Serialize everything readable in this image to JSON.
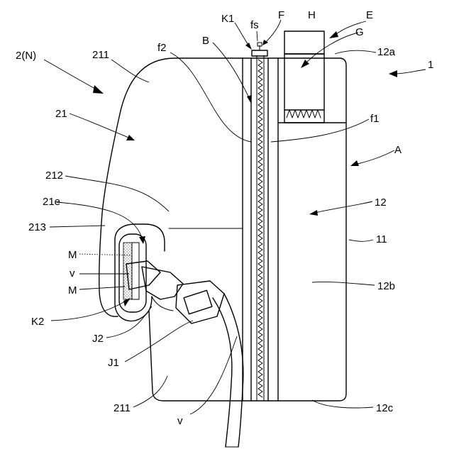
{
  "labels": {
    "n2N": "2(N)",
    "n211top": "211",
    "nK1": "K1",
    "nfs": "fs",
    "nF": "F",
    "nH": "H",
    "nE": "E",
    "nf2": "f2",
    "nB": "B",
    "nG": "G",
    "n12a": "12a",
    "n1": "1",
    "n21": "21",
    "nf1": "f1",
    "nA": "A",
    "n212": "212",
    "n21e": "21e",
    "n12": "12",
    "n213": "213",
    "n11": "11",
    "nM1": "M",
    "nv1": "v",
    "nM2": "M",
    "n12b": "12b",
    "nK2": "K2",
    "nJ2": "J2",
    "nJ1": "J1",
    "n211bot": "211",
    "nv2": "v",
    "n12c": "12c"
  }
}
